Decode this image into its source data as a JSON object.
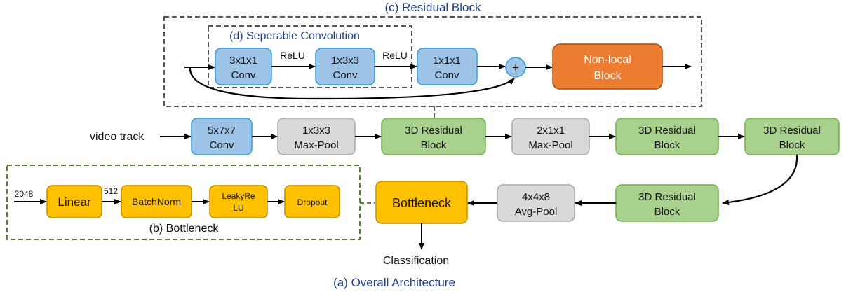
{
  "captions": {
    "residual_block": "(c) Residual Block",
    "separable_convolution": "(d) Seperable Convolution",
    "bottleneck": "(b) Bottleneck",
    "overall": "(a) Overall Architecture"
  },
  "residual_block": {
    "conv_a": [
      "3x1x1",
      "Conv"
    ],
    "relu_1": "ReLU",
    "conv_b": [
      "1x3x3",
      "Conv"
    ],
    "relu_2": "ReLU",
    "conv_c": [
      "1x1x1",
      "Conv"
    ],
    "add_symbol": "+",
    "non_local": [
      "Non-local",
      "Block"
    ]
  },
  "main_path": {
    "input_label": "video track",
    "conv": [
      "5x7x7",
      "Conv"
    ],
    "maxpool_1": [
      "1x3x3",
      "Max-Pool"
    ],
    "res_1": [
      "3D Residual",
      "Block"
    ],
    "maxpool_2": [
      "2x1x1",
      "Max-Pool"
    ],
    "res_2": [
      "3D Residual",
      "Block"
    ],
    "res_3": [
      "3D Residual",
      "Block"
    ],
    "res_4": [
      "3D Residual",
      "Block"
    ],
    "avgpool": [
      "4x4x8",
      "Avg-Pool"
    ],
    "bottleneck": "Bottleneck",
    "output_label": "Classification"
  },
  "bottleneck_detail": {
    "in_dim": "2048",
    "linear": "Linear",
    "mid_dim": "512",
    "batchnorm": "BatchNorm",
    "leakyrelu": [
      "LeakyRe",
      "LU"
    ],
    "dropout": "Dropout"
  },
  "colors": {
    "conv_blue": "#9dc3e6",
    "conv_blue_border": "#2e9fe0",
    "pool_gray": "#d9d9d9",
    "residual_green": "#a9d18e",
    "bottleneck_orange": "#ffc000",
    "nonlocal_orange": "#ed7d31",
    "caption_blue": "#1f3f8a"
  }
}
